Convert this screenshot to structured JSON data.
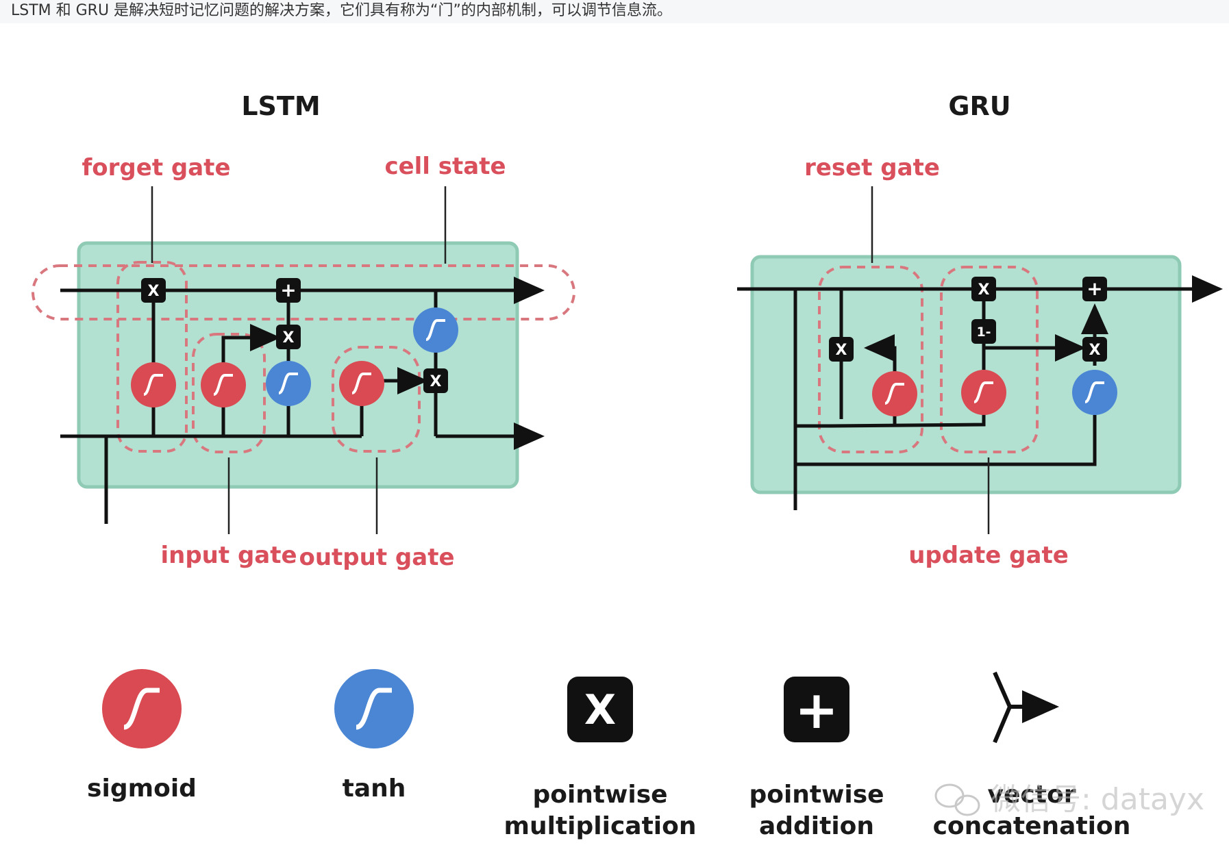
{
  "caption": "LSTM 和 GRU 是解决短时记忆问题的解决方案，它们具有称为“门”的内部机制，可以调节信息流。",
  "lstm": {
    "title": "LSTM",
    "labels": {
      "forget_gate": "forget gate",
      "cell_state": "cell state",
      "input_gate": "input gate",
      "output_gate": "output gate"
    }
  },
  "gru": {
    "title": "GRU",
    "labels": {
      "reset_gate": "reset gate",
      "update_gate": "update gate"
    },
    "one_minus": "1-"
  },
  "legend": {
    "sigmoid": "sigmoid",
    "tanh": "tanh",
    "mult_line1": "pointwise",
    "mult_line2": "multiplication",
    "add_line1": "pointwise",
    "add_line2": "addition",
    "vector_line1": "vector",
    "concat_line2": "concatenation"
  },
  "ops": {
    "multiply": "X",
    "add": "+"
  },
  "watermark": "微信号: datayx",
  "colors": {
    "cell_fill": "#b2e1d1",
    "cell_border": "#8fcab5",
    "gate_red": "#d94a52",
    "gate_blue": "#4a86d4",
    "dash": "#d9777f"
  }
}
